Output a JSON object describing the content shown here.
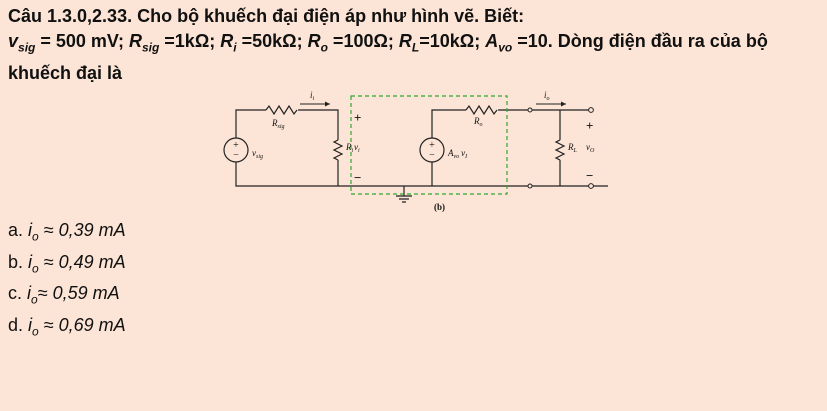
{
  "question": {
    "prefix": "Câu 1.3.0,2.33.",
    "line1": " Cho bộ khuếch đại điện áp như hình vẽ. Biết:",
    "vsig": "500 mV",
    "rsig": "1kΩ",
    "ri": "50kΩ",
    "ro": "100Ω",
    "rl": "10kΩ",
    "avo": "10",
    "tail": ". Dòng điện đầu ra của bộ khuếch đại là"
  },
  "figure": {
    "caption": "(b)",
    "labels": {
      "i_i": "i",
      "i_i_sub": "i",
      "i_o": "i",
      "i_o_sub": "o",
      "r_sig": "R",
      "r_sig_sub": "sig",
      "r_o": "R",
      "r_o_sub": "o",
      "r_i": "R",
      "r_i_sub": "i",
      "r_l": "R",
      "r_l_sub": "L",
      "v_sig": "v",
      "v_sig_sub": "sig",
      "v_i": "v",
      "v_i_sub": "i",
      "v_o": "v",
      "v_o_sub": "O",
      "a_vo": "A",
      "a_vo_sub": "vo",
      "a_vo_vi": "v",
      "a_vo_vi_sub": "I",
      "plus": "+",
      "minus": "−"
    }
  },
  "options": [
    {
      "letter": "a.",
      "value": "0,39 mA"
    },
    {
      "letter": "b.",
      "value": "0,49 mA"
    },
    {
      "letter": "c.",
      "value": "0,59 mA"
    },
    {
      "letter": "d.",
      "value": "0,69 mA"
    }
  ],
  "colors": {
    "background": "#fce5d6",
    "dashed_box": "#2ea82e",
    "wire": "#222222"
  }
}
